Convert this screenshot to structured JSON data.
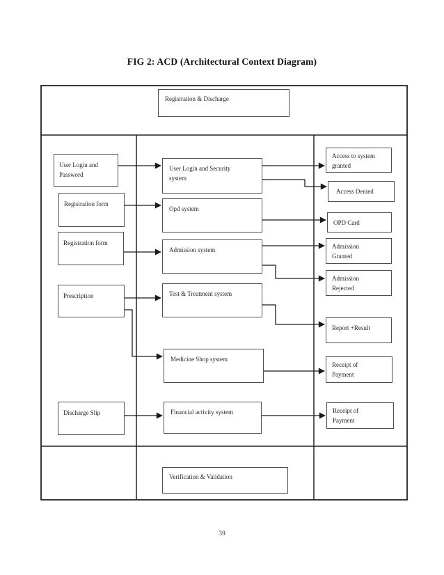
{
  "document": {
    "title": "FIG 2: ACD (Architectural Context Diagram)",
    "page_number": "39"
  },
  "diagram": {
    "context_top": "Registration & Discharge",
    "context_bottom": "Verification & Validation",
    "inputs": {
      "user_login_password": "User Login and Password",
      "registration_form_1": "Registration form",
      "registration_form_2": "Registration form",
      "prescription": "Prescription",
      "discharge_slip": "Discharge Slip"
    },
    "systems": {
      "user_login_security": "User Login and Security system",
      "opd": "Opd system",
      "admission": "Admission system",
      "test_treatment": "Test & Treatment system",
      "medicine_shop": "Medicine Shop system",
      "financial_activity": "Financial activity system"
    },
    "outputs": {
      "access_granted": "Access to system granted",
      "access_denied": "Access Denied",
      "opd_card": "OPD Card",
      "admission_granted": "Admission Granted",
      "admission_rejected": "Admission Rejected",
      "report_result": "Report +Result",
      "receipt_of_payment_1": "Receipt of Payment",
      "receipt_of_payment_2": "Receipt of Payment"
    },
    "colors": {
      "line": "#1a1a1a",
      "box_border": "#4f4f4f",
      "text": "#262626",
      "background": "#ffffff"
    }
  }
}
